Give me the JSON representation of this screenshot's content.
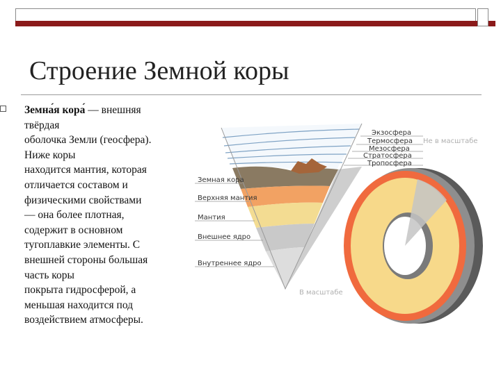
{
  "title": "Строение Земной коры",
  "body": {
    "term": "Земна́я кора́",
    "text_lines": [
      " — внешняя",
      "твёрдая",
      "оболочка Земли (геосфера).",
      "Ниже коры",
      "находится мантия, которая",
      "отличается составом и",
      "физическими свойствами",
      "— она более плотная,",
      "содержит в основном",
      "тугоплавкие элементы. С",
      "внешней стороны большая",
      "часть коры",
      "покрыта гидросферой, а",
      "меньшая находится под",
      "воздействием атмосферы."
    ]
  },
  "diagram": {
    "atmosphere_labels": [
      "Экзосфера",
      "Термосфера",
      "Мезосфера",
      "Стратосфера",
      "Тропосфера"
    ],
    "not_to_scale": "Не в масштабе",
    "layer_labels": [
      "Земная кора",
      "Верхняя мантия",
      "Мантия",
      "Внешнее ядро",
      "Внутреннее ядро"
    ],
    "to_scale": "В масштабе"
  },
  "colors": {
    "accent_rule": "#8b1a1a",
    "crust": "#8a7a62",
    "upper_mantle": "#f2a263",
    "mantle": "#f3dc92",
    "outer_core": "#c9c9c9",
    "inner_core": "#d9d9d9",
    "sphere_outer": "#f06a3e",
    "sphere_inner": "#f7d98a",
    "atmosphere_line": "#7ea2c4"
  }
}
